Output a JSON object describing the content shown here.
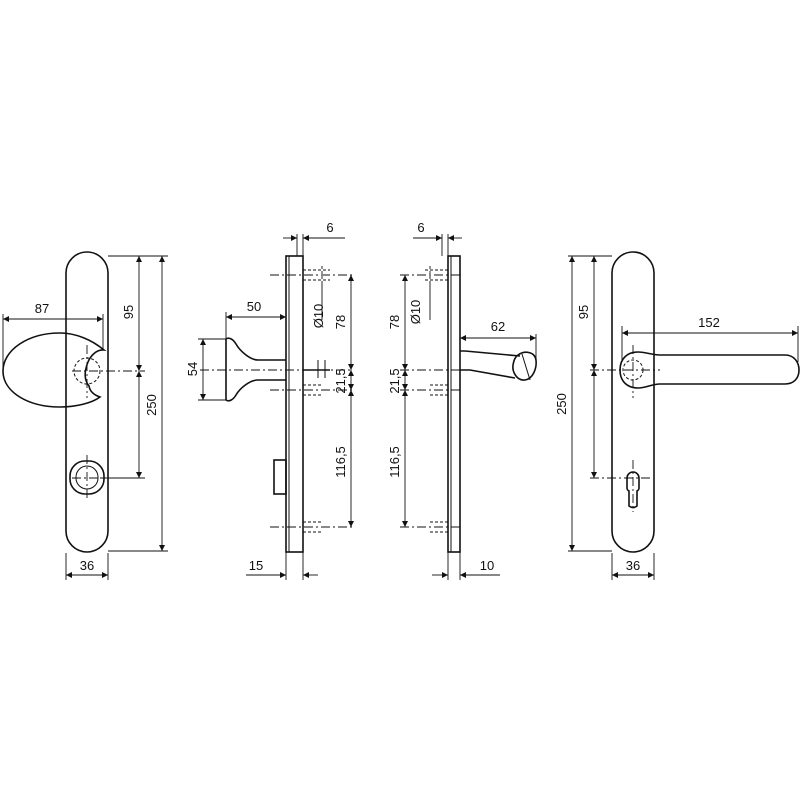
{
  "views": {
    "knob_front": {
      "knob_width": "87",
      "upper_distance": "95",
      "plate_height": "250",
      "plate_width": "36"
    },
    "knob_side": {
      "knob_height": "54",
      "knob_projection": "50",
      "plate_thickness": "6",
      "bolt_diameter": "Ø10",
      "upper_bolt_distance": "78",
      "middle_bolt_distance": "21,5",
      "lower_bolt_distance": "116,5",
      "plate_depth": "15"
    },
    "lever_side": {
      "plate_thickness": "6",
      "bolt_diameter": "Ø10",
      "upper_bolt_distance": "78",
      "middle_bolt_distance": "21,5",
      "lower_bolt_distance": "116,5",
      "lever_projection": "62",
      "plate_depth": "10"
    },
    "lever_front": {
      "plate_height": "250",
      "upper_distance": "95",
      "lever_length": "152",
      "plate_width": "36"
    }
  }
}
